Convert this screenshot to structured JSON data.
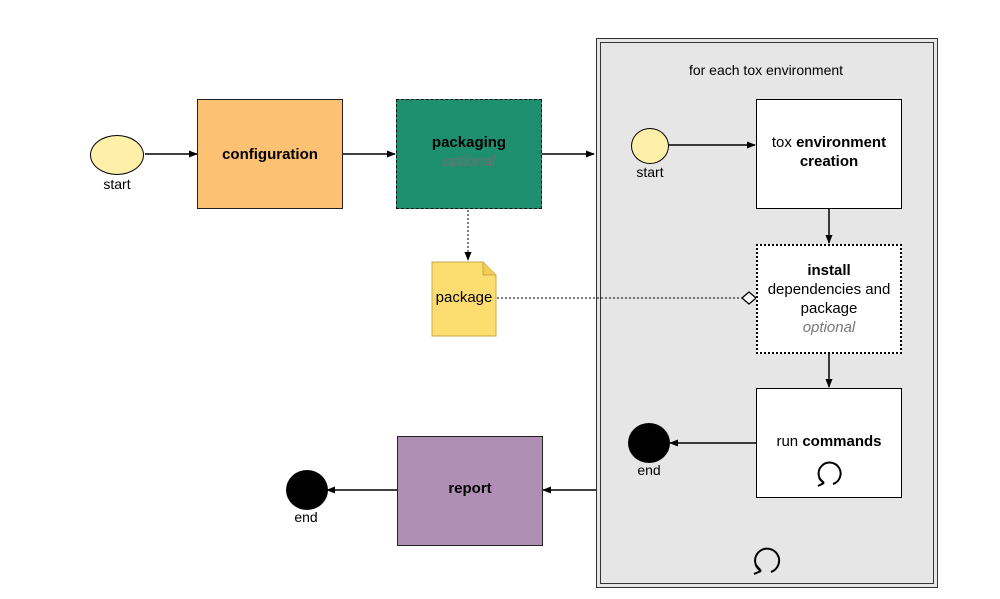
{
  "loop_group": {
    "title": "for each tox environment"
  },
  "events": {
    "start_main": "start",
    "start_env": "start",
    "end_main": "end",
    "end_env": "end"
  },
  "tasks": {
    "configuration": {
      "label": "configuration"
    },
    "packaging": {
      "label": "packaging",
      "note": "optional"
    },
    "package": {
      "label": "package"
    },
    "env_creation": {
      "prefix": "tox",
      "bold": "environment creation"
    },
    "install": {
      "bold": "install",
      "text": "dependencies and package",
      "note": "optional"
    },
    "run_commands": {
      "prefix": "run",
      "bold": "commands"
    },
    "report": {
      "label": "report"
    }
  },
  "icons": [
    "loop-icon",
    "loop-icon",
    "arrowhead-icon",
    "diamond-connector-icon",
    "document-icon"
  ],
  "colors": {
    "configuration": "#FDC173",
    "packaging": "#1E9070",
    "package": "#FEDD70",
    "report": "#B08FB5",
    "start_event": "#FEF0A8",
    "end_event": "#000000",
    "group_bg": "#E6E6E6"
  }
}
